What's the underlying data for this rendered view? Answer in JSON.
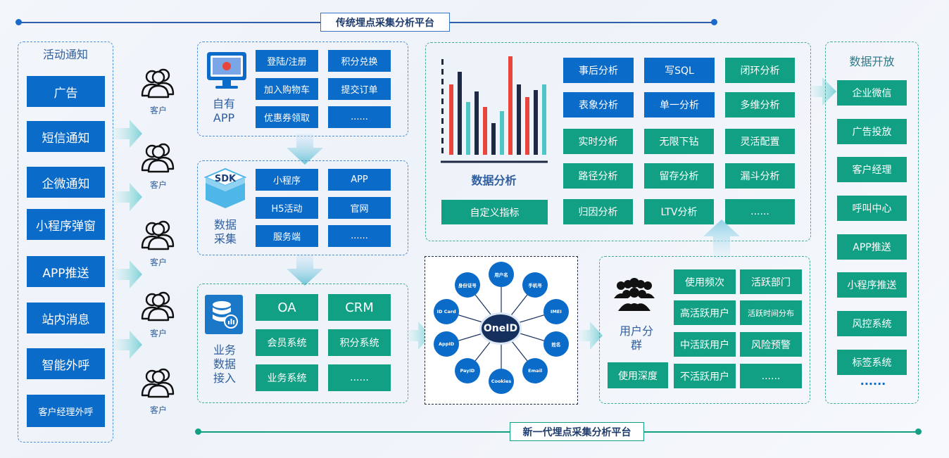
{
  "top_title": "传统埋点采集分析平台",
  "bottom_title": "新一代埋点采集分析平台",
  "activity": {
    "title": "活动通知",
    "items": [
      "广告",
      "短信通知",
      "企微通知",
      "小程序弹窗",
      "APP推送",
      "站内消息",
      "智能外呼",
      "客户经理外呼"
    ]
  },
  "customer_label": "客户",
  "own_app": {
    "label": "自有APP",
    "items": [
      "登陆/注册",
      "积分兑换",
      "加入购物车",
      "提交订单",
      "优惠券领取",
      "......"
    ]
  },
  "data_collect": {
    "label": "数据采集",
    "icon_text": "SDK",
    "items": [
      "小程序",
      "APP",
      "H5活动",
      "官网",
      "服务端",
      "......"
    ]
  },
  "business": {
    "label": "业务数据接入",
    "items": [
      "OA",
      "CRM",
      "会员系统",
      "积分系统",
      "业务系统",
      "......"
    ]
  },
  "analysis": {
    "title": "数据分析",
    "custom_metric": "自定义指标",
    "blue_items": [
      "事后分析",
      "写SQL",
      "表象分析",
      "单一分析"
    ],
    "green_items": [
      "闭环分析",
      "多维分析",
      "实时分析",
      "无限下钻",
      "灵活配置",
      "路径分析",
      "留存分析",
      "漏斗分析",
      "归因分析",
      "LTV分析",
      "......"
    ]
  },
  "oneid": {
    "center": "OneID",
    "nodes": [
      "用户名",
      "手机号",
      "IMEI",
      "姓名",
      "Email",
      "Cookies",
      "PayID",
      "AppID",
      "ID Card",
      "身份证号"
    ]
  },
  "segmentation": {
    "label": "用户分群",
    "depth": "使用深度",
    "items": [
      "使用频次",
      "活跃部门",
      "高活跃用户",
      "活跃时间分布",
      "中活跃用户",
      "风险预警",
      "不活跃用户",
      "......"
    ]
  },
  "open": {
    "title": "数据开放",
    "items": [
      "企业微信",
      "广告投放",
      "客户经理",
      "呼叫中心",
      "APP推送",
      "小程序推送",
      "风控系统",
      "标签系统"
    ],
    "more": "......"
  },
  "colors": {
    "blue": "#0b6bc8",
    "green": "#12a085",
    "red": "#e8453c",
    "dark": "#1e2a44",
    "teal": "#4fc6c6"
  }
}
